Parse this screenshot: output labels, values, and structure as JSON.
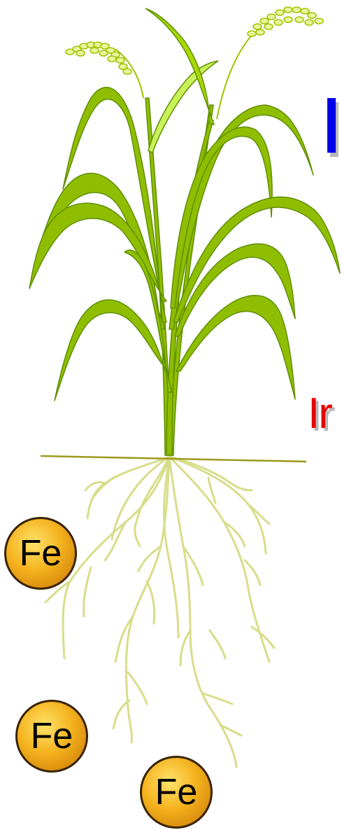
{
  "labels": {
    "top_right": "I",
    "middle_right": "Ir"
  },
  "nutrients": [
    {
      "symbol": "Fe"
    },
    {
      "symbol": "Fe"
    },
    {
      "symbol": "Fe"
    }
  ],
  "colors": {
    "leaf": "#8fbe00",
    "leaf_edge": "#5f8f00",
    "root": "#d8dd8a",
    "ground": "#9c9a1d",
    "label_I": "#0000e6",
    "label_Ir": "#e60000",
    "fe_fill": "#f4b21e"
  },
  "icons": [
    "rice-plant-illustration",
    "iron-ion-icon"
  ]
}
